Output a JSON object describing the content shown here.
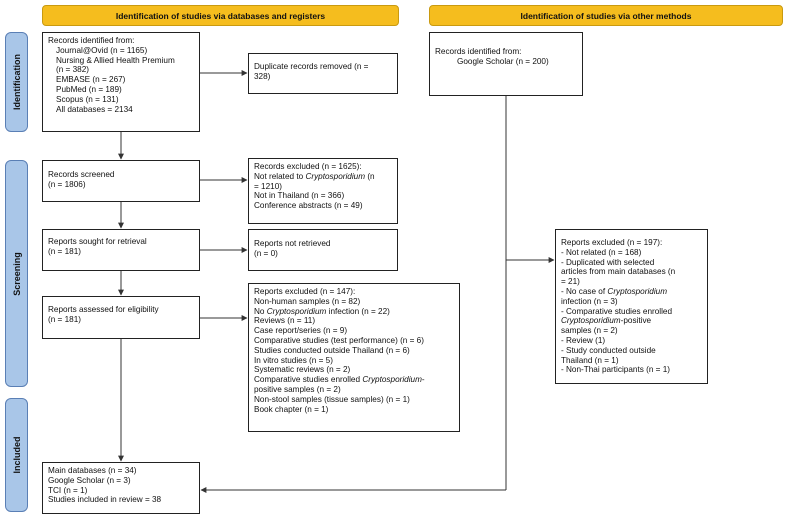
{
  "headers": {
    "databases": "Identification of studies via databases and registers",
    "other": "Identification of studies via other methods"
  },
  "stages": {
    "identification": "Identification",
    "screening": "Screening",
    "included": "Included"
  },
  "boxes": {
    "records_identified": {
      "title": "Records identified from:",
      "lines": [
        "Journal@Ovid (n = 1165)",
        "Nursing & Allied Health Premium",
        "(n = 382)",
        "EMBASE (n = 267)",
        "PubMed (n = 189)",
        "Scopus (n = 131)"
      ],
      "total": "All databases = 2134"
    },
    "duplicates": {
      "lines": [
        "Duplicate records removed (n =",
        "328)"
      ]
    },
    "screened": {
      "lines": [
        "Records screened",
        "(n = 1806)"
      ]
    },
    "excluded_screen": {
      "l1": "Records excluded (n = 1625):",
      "l2a": "Not related to ",
      "l2b": "Cryptosporidium",
      "l2c": " (n",
      "l3": "= 1210)",
      "l4": "Not in Thailand (n = 366)",
      "l5": "Conference abstracts (n = 49)"
    },
    "sought": {
      "lines": [
        "Reports sought for retrieval",
        "(n = 181)"
      ]
    },
    "not_retrieved": {
      "lines": [
        "Reports not retrieved",
        "(n = 0)"
      ]
    },
    "assessed": {
      "lines": [
        "Reports assessed for eligibility",
        "(n = 181)"
      ]
    },
    "excluded_reports": {
      "l1": "Reports excluded (n = 147):",
      "l2": "Non-human samples (n = 82)",
      "l3a": "No ",
      "l3b": "Cryptosporidium",
      "l3c": " infection (n = 22)",
      "l4": "Reviews (n = 11)",
      "l5": "Case report/series (n = 9)",
      "l6": "Comparative studies (test performance) (n = 6)",
      "l7": "Studies conducted outside Thailand (n = 6)",
      "l8": "In vitro studies (n = 5)",
      "l9": "Systematic reviews (n = 2)",
      "l10a": "Comparative studies enrolled ",
      "l10b": "Cryptosporidium",
      "l10c": "-",
      "l11": "positive samples (n = 2)",
      "l12": "Non-stool samples (tissue samples) (n = 1)",
      "l13": "Book chapter (n = 1)"
    },
    "other_identified": {
      "l1": "Records identified from:",
      "l2": "Google Scholar (n = 200)"
    },
    "other_excluded": {
      "l1": "Reports excluded (n = 197):",
      "l2": "- Not related (n = 168)",
      "l3": "- Duplicated with selected",
      "l4": "articles from main databases (n",
      "l5": "= 21)",
      "l6a": "- No case of ",
      "l6b": "Cryptosporidium",
      "l7": "infection (n = 3)",
      "l8": "- Comparative studies enrolled",
      "l9a": "Cryptosporidium",
      "l9b": "-positive",
      "l10": "samples (n = 2)",
      "l11": "- Review (1)",
      "l12": "- Study conducted outside",
      "l13": "Thailand (n = 1)",
      "l14": "- Non-Thai participants (n = 1)"
    },
    "included": {
      "lines": [
        "Main databases (n = 34)",
        "Google Scholar (n = 3)",
        "TCI (n = 1)",
        "Studies included in review = 38"
      ]
    }
  }
}
